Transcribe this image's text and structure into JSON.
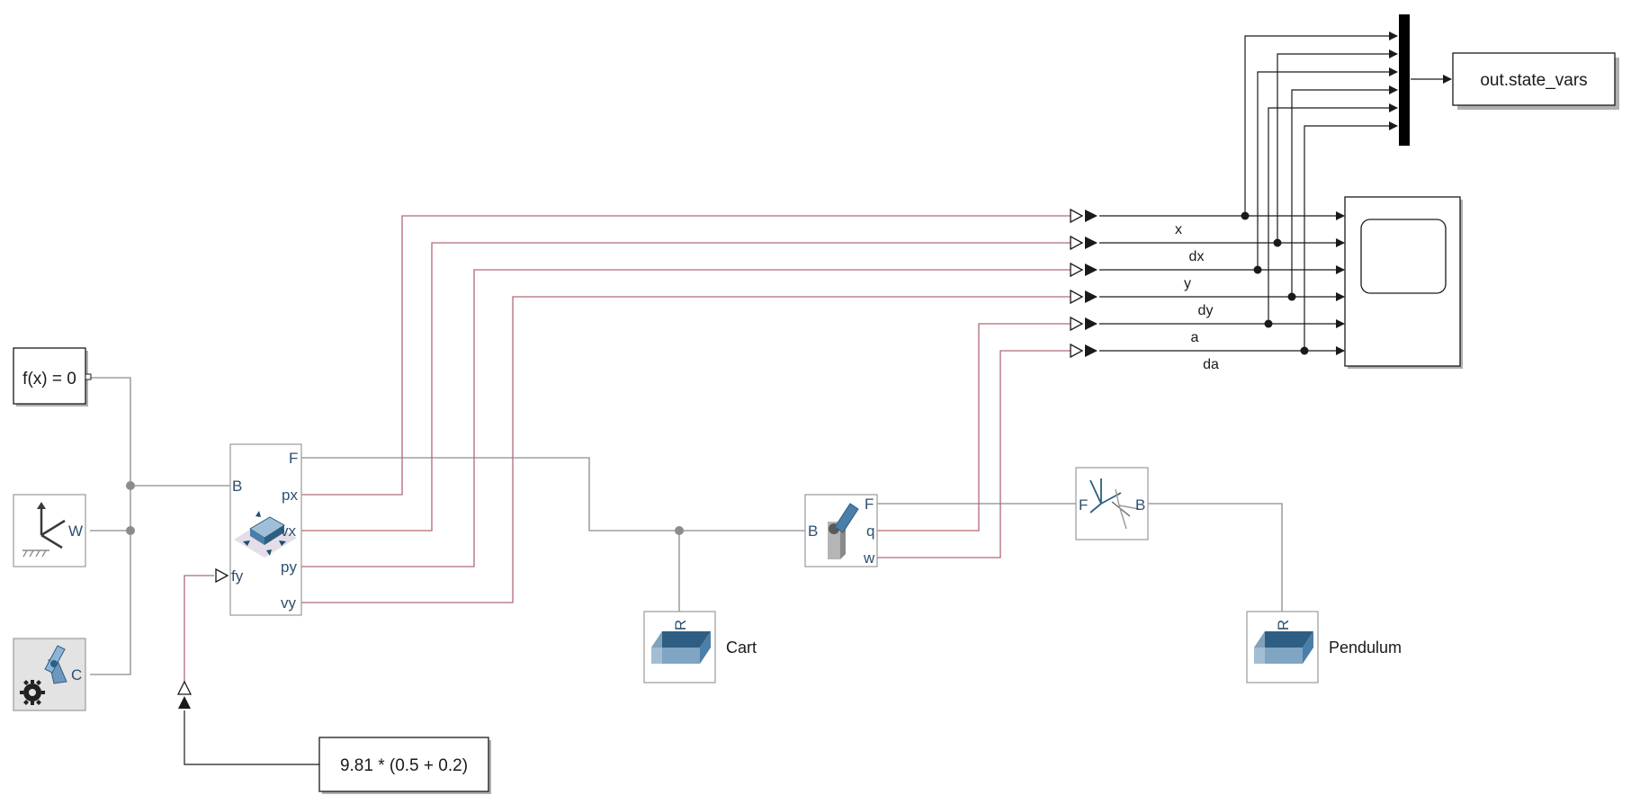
{
  "blocks": {
    "solver_config": {
      "label": "f(x) = 0"
    },
    "world_frame": {
      "port": "W"
    },
    "mech_config": {
      "port": "C"
    },
    "planar_joint": {
      "ports": [
        "B",
        "F",
        "px",
        "vx",
        "py",
        "vy",
        "fy"
      ]
    },
    "revolute_joint": {
      "ports": [
        "B",
        "F",
        "q",
        "w"
      ]
    },
    "transform": {
      "ports": [
        "F",
        "B"
      ]
    },
    "cart": {
      "name": "Cart",
      "port": "R"
    },
    "pendulum": {
      "name": "Pendulum",
      "port": "R"
    },
    "constant": {
      "label": "9.81 * (0.5 + 0.2)"
    },
    "to_workspace": {
      "label": "out.state_vars"
    },
    "scope": {}
  },
  "signals": [
    "x",
    "dx",
    "y",
    "dy",
    "a",
    "da"
  ],
  "colors": {
    "physical_line": "#8c8c8c",
    "ps_signal": "#b06a76",
    "simulink_signal": "#1a1a1a",
    "body_blue": "#2e5f82"
  }
}
